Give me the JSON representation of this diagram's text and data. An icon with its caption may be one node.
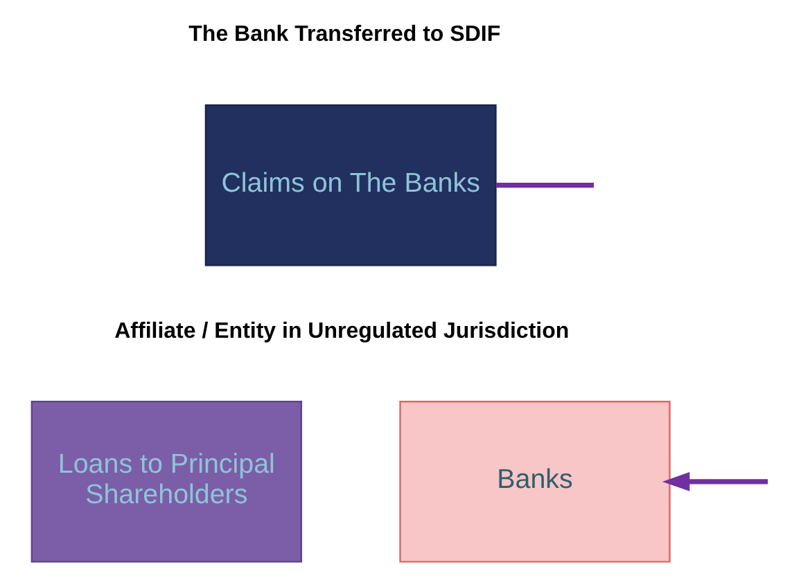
{
  "diagram": {
    "nodes": [
      {
        "text": [
          "Claims on The Banks"
        ]
      },
      {
        "text": [
          "Loans to Principal Shareholders"
        ]
      },
      {
        "text": [
          "Banks"
        ]
      }
    ],
    "edges": [
      {
        "from": null,
        "to": 0,
        "arrow": "none"
      },
      {
        "from": null,
        "to": 2,
        "arrow": "to"
      }
    ],
    "labels": [
      "The Bank Transferred to SDIF",
      "Affiliate / Entity in Unregulated Jurisdiction"
    ]
  }
}
